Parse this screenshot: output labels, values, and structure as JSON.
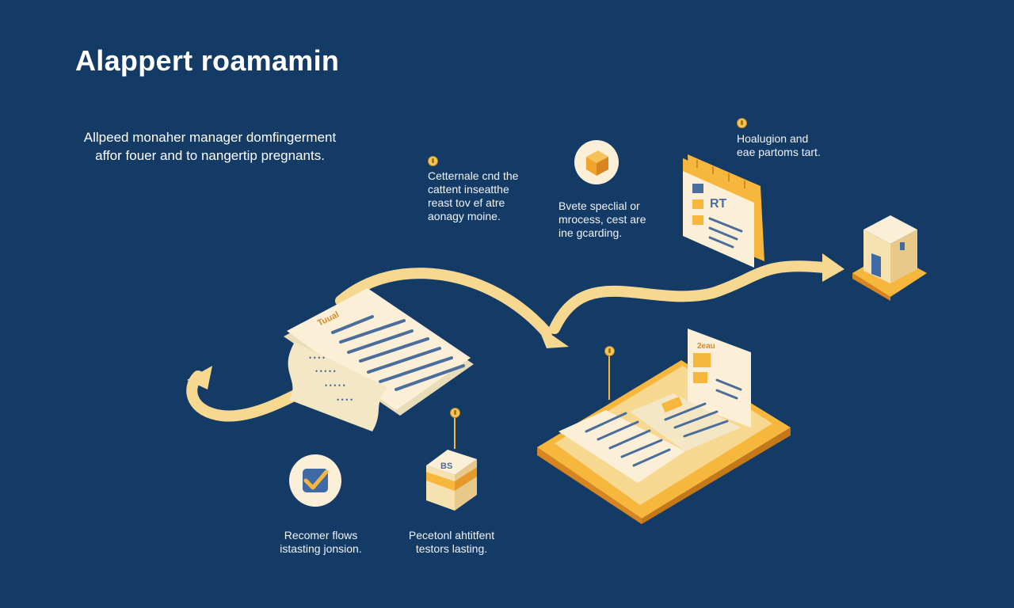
{
  "title": "Alappert roamamin",
  "intro": "Allpeed monaher manager domfingerment affor fouer and to nangertip pregnants.",
  "labels": {
    "step_1": "Cetternale cnd the cattent inseatthe reast tov ef atre aonagy moine.",
    "step_2": "Bvete speclial or mrocess, cest are ine gcarding.",
    "step_3": "Hoalugion and eae partoms tart.",
    "step_4": "Recomer flows istasting jonsion.",
    "step_5": "Pecetonl ahtitfent testors lasting."
  },
  "decor": {
    "document_heading": "Tuual",
    "calendar_marks": "RT",
    "box_marks": "BS",
    "tablet_marks": "2eau"
  },
  "colors": {
    "background": "#143a66",
    "accent": "#f6b73c",
    "paper": "#fbf0d7",
    "line_blue": "#4a6d9c"
  }
}
